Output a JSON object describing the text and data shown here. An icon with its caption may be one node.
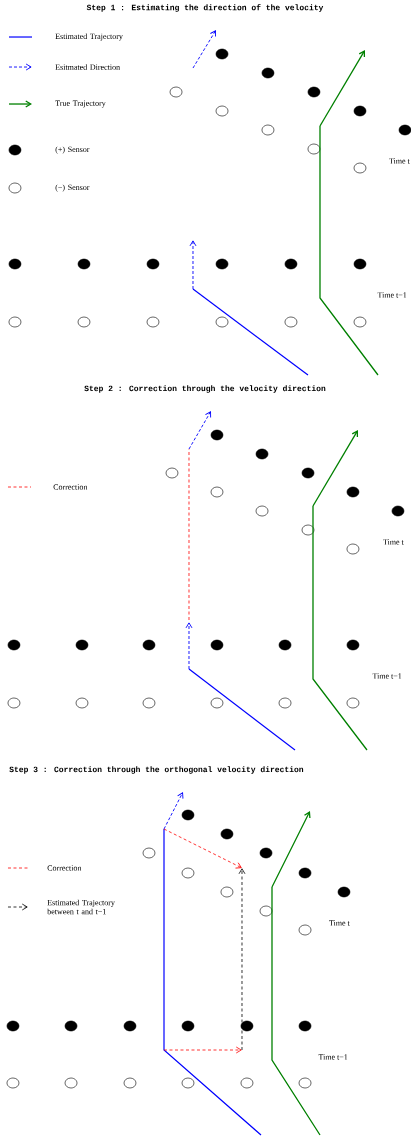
{
  "diagram": {
    "labels": [
      "Step 1 : Estimating the direction of the velocity",
      "Time t",
      "Time t−1",
      "Step 2 : Correction through the velocity direction",
      "Time t",
      "Time t−1",
      "Step 3 : Correction through the orthogonal velocity direction",
      "Time t",
      "Time t−1"
    ],
    "legend": [
      {
        "text": "Estimated Trajectory"
      },
      {
        "text": "Esitmated Direction"
      },
      {
        "text": "True Trajectory"
      },
      {
        "text": "(+) Sensor"
      },
      {
        "text": "(−) Sensor"
      },
      {
        "text": "Correction"
      },
      {
        "text": "Correction"
      },
      {
        "text": "Estimated Trajectory between t and t−1"
      }
    ]
  }
}
